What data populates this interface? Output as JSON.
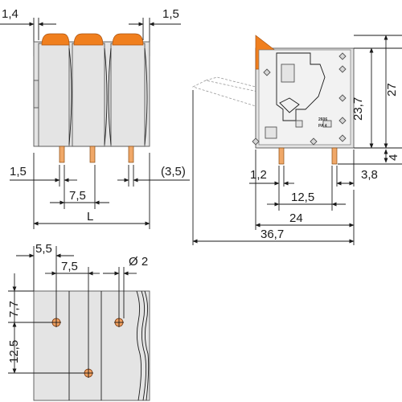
{
  "figure": {
    "front_view": {
      "dim_top_left": "1,4",
      "dim_top_right": "1,5",
      "dim_pin_left": "1,5",
      "dim_pitch": "7,5",
      "dim_pin_right": "(3,5)",
      "dim_length": "L"
    },
    "side_view": {
      "dim_height_inner": "23,7",
      "dim_height_total": "27",
      "dim_pin_length": "4",
      "dim_pin_width": "1,2",
      "dim_pin_offset_right": "3,8",
      "dim_pin_spacing": "12,5",
      "dim_body_depth": "24",
      "dim_overall_depth": "36,7",
      "label_code": "2606",
      "label_rating": "PA 4"
    },
    "footprint": {
      "dim_edge_offset": "5,5",
      "dim_pitch": "7,5",
      "dim_hole_diameter": "Ø 2",
      "dim_vertical_top": "7,7",
      "dim_vertical_spacing": "12,5"
    },
    "colors": {
      "housing": "#e4e4e4",
      "lever": "#f07f1e",
      "pin": "#f0a868",
      "line": "#1a1a1a"
    }
  }
}
